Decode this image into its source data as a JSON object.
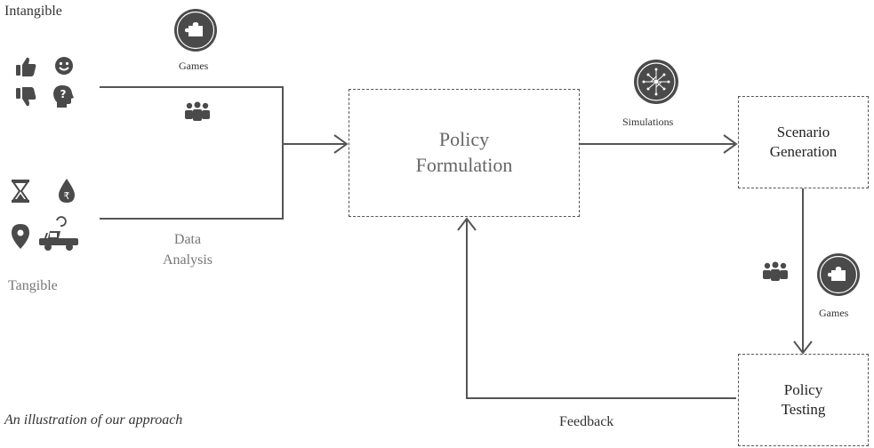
{
  "labels": {
    "intangible": "Intangible",
    "tangible": "Tangible",
    "games_top": "Games",
    "data_analysis_line1": "Data",
    "data_analysis_line2": "Analysis",
    "simulations": "Simulations",
    "games_right": "Games",
    "feedback": "Feedback",
    "caption": "An illustration of our approach"
  },
  "boxes": {
    "policy_formulation": {
      "line1": "Policy",
      "line2": "Formulation"
    },
    "scenario_generation": {
      "line1": "Scenario",
      "line2": "Generation"
    },
    "policy_testing": {
      "line1": "Policy",
      "line2": "Testing"
    }
  },
  "icons": {
    "intangible": [
      "thumbs-up-icon",
      "smiley-icon",
      "thumbs-down-icon",
      "head-question-icon"
    ],
    "tangible": [
      "hourglass-icon",
      "rupee-drop-icon",
      "location-pin-icon",
      "car-fuel-icon"
    ],
    "group": "people-group-icon",
    "puzzle": "puzzle-icon",
    "network": "network-icon"
  },
  "colors": {
    "stroke": "#555555",
    "icon_fill": "#4a4a4a",
    "text": "#333333"
  }
}
